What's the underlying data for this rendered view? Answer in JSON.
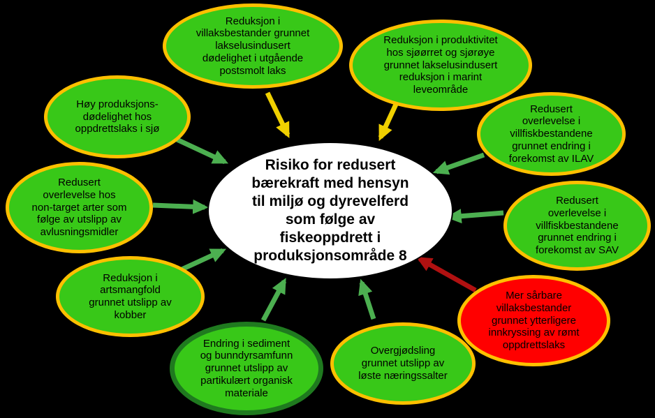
{
  "diagram": {
    "center": {
      "label": "Risiko for redusert\nbærekraft med hensyn\ntil miljø og dyrevelferd\nsom følge av\nfiskeoppdrett i\nproduksjonsområde 8"
    },
    "nodes": [
      {
        "id": "lakselus-postsmolt",
        "label": "Reduksjon i\nvillaksbestander grunnet\nlakselusindusert\ndødelighet i utgående\npostsmolt laks"
      },
      {
        "id": "produktivitet-sjoorret",
        "label": "Reduksjon i produktivitet\nhos sjøørret og sjørøye\ngrunnet lakselusindusert\nreduksjon i marint\nleveområde"
      },
      {
        "id": "produksjonsdodelighet",
        "label": "Høy produksjons-\ndødelighet hos\noppdrettslaks i sjø"
      },
      {
        "id": "non-target-arter",
        "label": "Redusert\noverlevelse hos\nnon-target arter som\nfølge av utslipp av\navlusningsmidler"
      },
      {
        "id": "kobber-artsmangfold",
        "label": "Reduksjon i\nartsmangfold\ngrunnet utslipp av\nkobber"
      },
      {
        "id": "sediment-bunndyr",
        "label": "Endring i sediment\nog bunndyrsamfunn\ngrunnet utslipp av\npartikulært organisk\nmateriale"
      },
      {
        "id": "overgjodsling",
        "label": "Overgjødsling\ngrunnet utslipp av\nløste næringssalter"
      },
      {
        "id": "romt-oppdrettslaks",
        "label": "Mer sårbare\nvillaksbestander\ngrunnet ytterligere\ninnkryssing av rømt\noppdrettslaks"
      },
      {
        "id": "sav",
        "label": "Redusert\noverlevelse i\nvillfiskbestandene\ngrunnet endring i\nforekomst av SAV"
      },
      {
        "id": "ilav",
        "label": "Redusert\noverlevelse i\nvillfiskbestandene\ngrunnet endring i\nforekomst av ILAV"
      }
    ],
    "arrows": [
      {
        "from": "lakselus-postsmolt",
        "color": "#F0D000"
      },
      {
        "from": "produktivitet-sjoorret",
        "color": "#F0D000"
      },
      {
        "from": "produksjonsdodelighet",
        "color": "#4CAF50"
      },
      {
        "from": "non-target-arter",
        "color": "#4CAF50"
      },
      {
        "from": "kobber-artsmangfold",
        "color": "#4CAF50"
      },
      {
        "from": "sediment-bunndyr",
        "color": "#4CAF50"
      },
      {
        "from": "overgjodsling",
        "color": "#4CAF50"
      },
      {
        "from": "romt-oppdrettslaks",
        "color": "#B01111"
      },
      {
        "from": "sav",
        "color": "#4CAF50"
      },
      {
        "from": "ilav",
        "color": "#4CAF50"
      }
    ],
    "colors": {
      "background": "#000000",
      "node_green_fill": "#38C818",
      "node_border_orange": "#FFC000",
      "node_border_dark_green": "#1F7A1F",
      "node_red_fill": "#FF0000",
      "center_fill": "#FFFFFF",
      "arrow_yellow": "#F0D000",
      "arrow_green": "#4CAF50",
      "arrow_dark_red": "#B01111",
      "text": "#000000"
    }
  }
}
